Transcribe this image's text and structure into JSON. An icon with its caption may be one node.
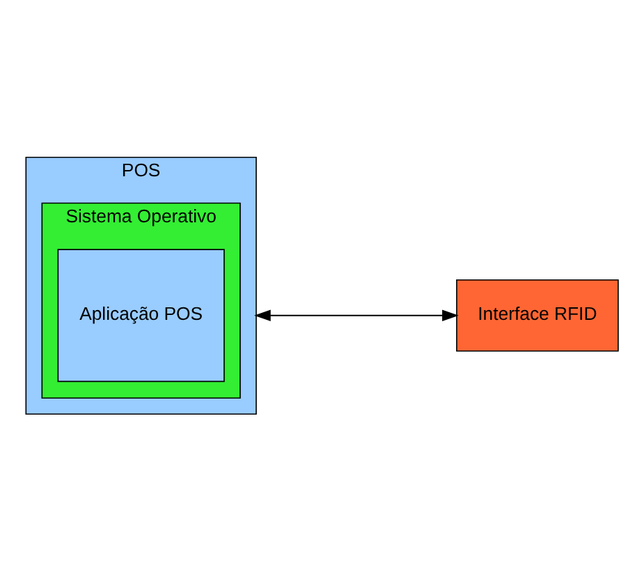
{
  "diagram": {
    "nodes": [
      {
        "text": [
          "POS"
        ]
      },
      {
        "text": [
          "Sistema Operativo"
        ],
        "in": 0
      },
      {
        "text": [
          "Aplicação POS"
        ],
        "in": 1
      },
      {
        "text": [
          "Interface RFID"
        ]
      }
    ],
    "edges": [
      {
        "from": 0,
        "to": 3,
        "arrow": "both"
      }
    ]
  }
}
